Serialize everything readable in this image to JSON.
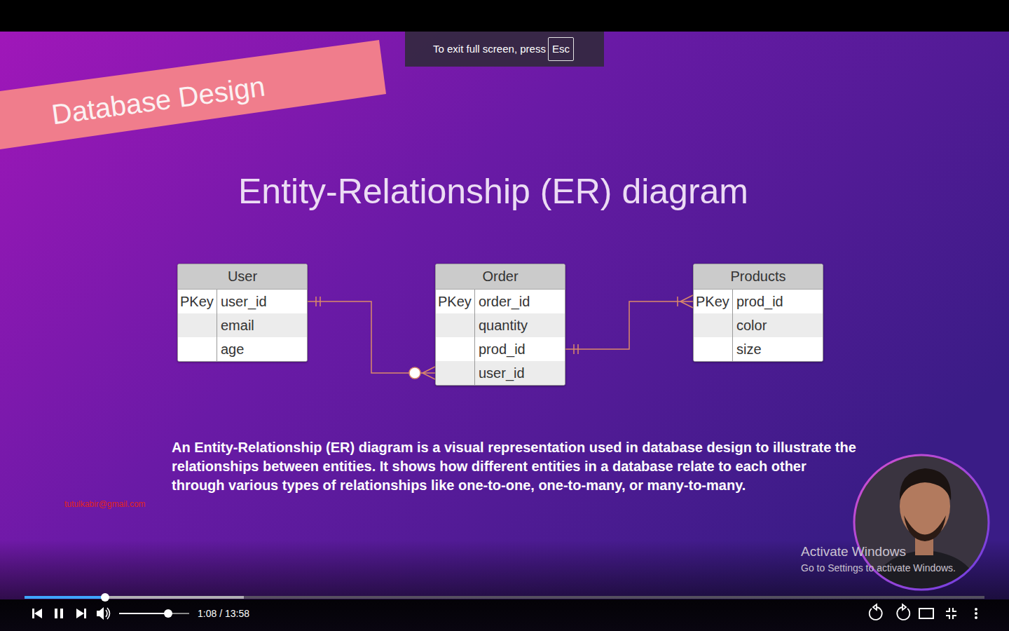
{
  "diagram": {
    "title": "Entity-Relationship (ER) diagram",
    "caption": "An Entity-Relationship (ER) diagram is a visual representation used in database design to illustrate the relationships between entities. It shows how different entities in a database relate to each other through various types of relationships like one-to-one, one-to-many, or many-to-many.",
    "nodes": [
      {
        "text": [
          "User",
          "PKey",
          "user_id",
          "email",
          "age"
        ]
      },
      {
        "text": [
          "Order",
          "PKey",
          "order_id",
          "quantity",
          "prod_id",
          "user_id"
        ]
      },
      {
        "text": [
          "Products",
          "PKey",
          "prod_id",
          "color",
          "size"
        ]
      }
    ],
    "edges": [
      {
        "from": 0,
        "to": 1,
        "arrow": "both"
      },
      {
        "from": 1,
        "to": 2,
        "arrow": "both"
      }
    ],
    "labels": [
      "Database Design",
      "To exit full screen, press",
      "Esc",
      "tutulkabir@gmail.com",
      "Activate Windows",
      "Go to Settings to activate Windows.",
      "1:08 / 13:58"
    ]
  }
}
